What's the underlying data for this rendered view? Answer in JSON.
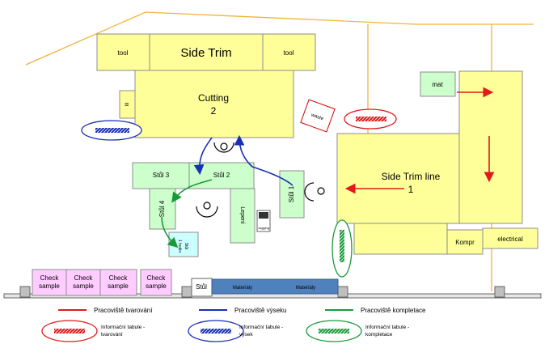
{
  "labels": {
    "tool_left": "tool",
    "side_trim": "Side Trim",
    "tool_right": "tool",
    "cutting": "Cutting",
    "cutting_num": "2",
    "small_box": "III",
    "waste": "waste",
    "mat": "mat",
    "stul3": "Stůl 3",
    "stul2": "Stůl 2",
    "stul1": "Stůl 1",
    "stul4": "Stůl 4",
    "lepeni": "Lepení",
    "stul_t1": "Stůl",
    "stul_t2": "1 hodin",
    "jogging": "Jogging",
    "side_trim_line": "Side Trim line",
    "side_trim_line_num": "1",
    "kompr": "Kompr",
    "electrical": "electrical",
    "check1a": "Check",
    "check1b": "sample",
    "check2a": "Check",
    "check2b": "sample",
    "check3a": "Check",
    "check3b": "sample",
    "check4a": "Check",
    "check4b": "sample",
    "stul_bottom": "Stůl",
    "materialy1": "Materiály",
    "materialy2": "Materiály"
  },
  "legend": {
    "tvarovani": "Pracoviště tvarování",
    "vyseku": "Pracoviště výseku",
    "kompletace": "Pracoviště kompletace",
    "tab_tvar_1": "Informační tabule -",
    "tab_tvar_2": "tvarování",
    "tab_vysek_1": "Informační tabule -",
    "tab_vysek_2": "výsek",
    "tab_komp_1": "Informační tabule -",
    "tab_komp_2": "kompletace"
  },
  "colors": {
    "zone_fill": "#ffff99",
    "station_fill": "#ccffcc",
    "sample_fill": "#ffccff",
    "materials_fill": "#4f81bd",
    "wall_line": "#f2b33d",
    "red": "#e01b1b",
    "blue": "#1a2fb5",
    "green": "#199a3a"
  }
}
